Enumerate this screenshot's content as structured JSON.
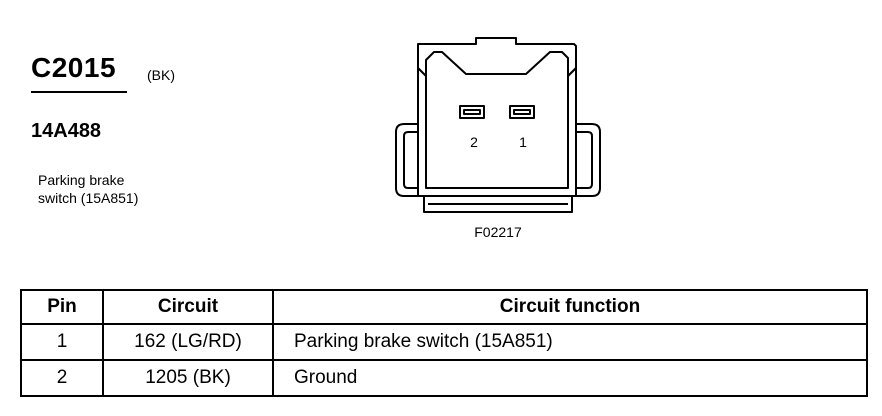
{
  "connector": {
    "id": "C2015",
    "color": "(BK)",
    "part_number": "14A488",
    "description_line1": "Parking brake",
    "description_line2": "switch (15A851)"
  },
  "figure": {
    "pin_labels": [
      "2",
      "1"
    ],
    "figure_number": "F02217"
  },
  "table": {
    "headers": {
      "pin": "Pin",
      "circuit": "Circuit",
      "function": "Circuit function"
    },
    "rows": [
      {
        "pin": "1",
        "circuit": "162 (LG/RD)",
        "function": "Parking brake switch (15A851)"
      },
      {
        "pin": "2",
        "circuit": "1205 (BK)",
        "function": "Ground"
      }
    ]
  }
}
